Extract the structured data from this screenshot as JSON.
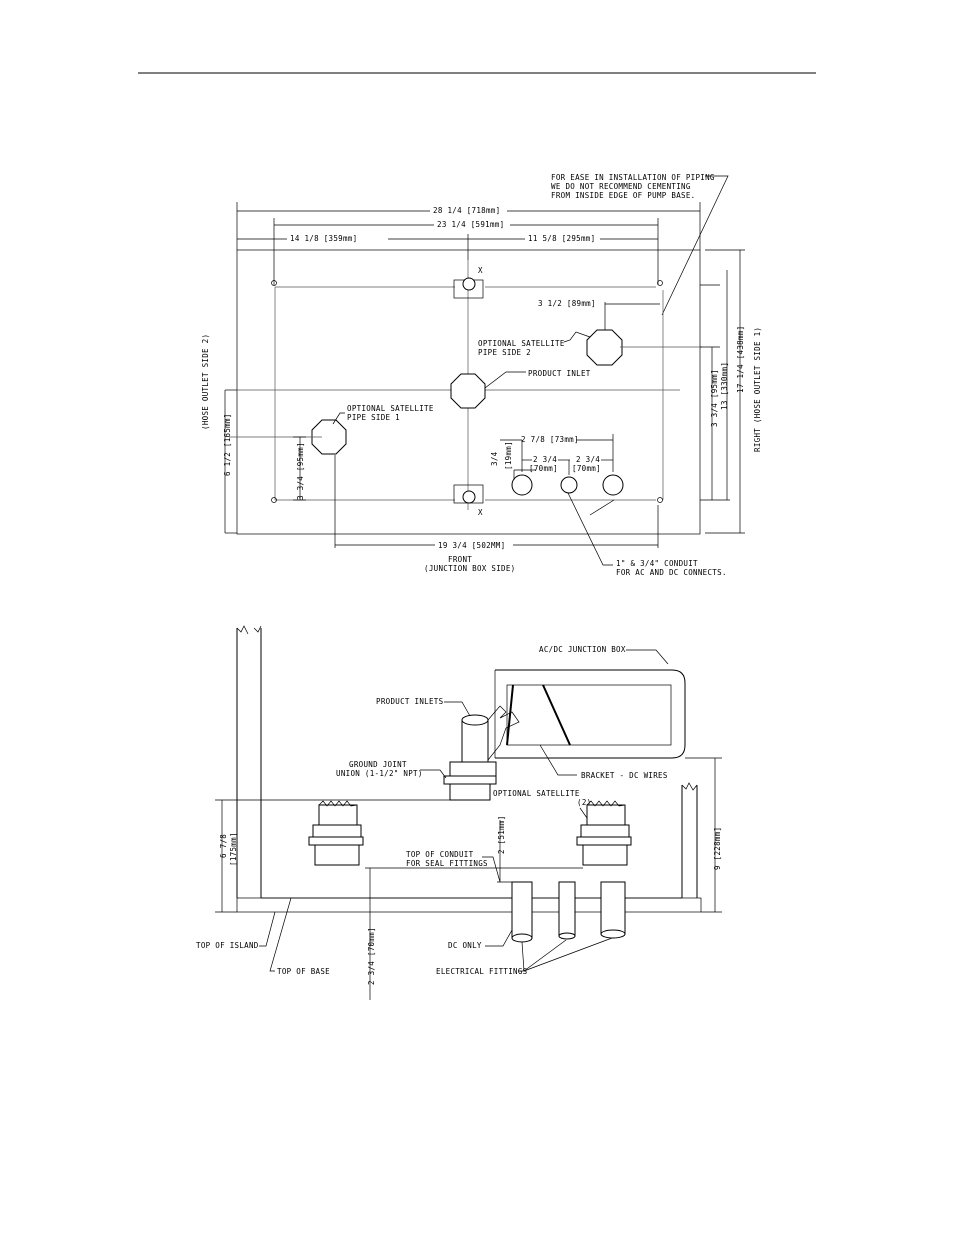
{
  "plan_view": {
    "note": [
      "FOR EASE IN INSTALLATION OF PIPING",
      "WE DO NOT RECOMMEND CEMENTING",
      "FROM INSIDE EDGE OF PUMP BASE."
    ],
    "dim_overall_width": "28 1/4 [718mm]",
    "dim_inner_width": "23 1/4 [591mm]",
    "dim_left": "14 1/8 [359mm]",
    "dim_right": "11 5/8 [295mm]",
    "dim_sat2_offset": "3 1/2 [89mm]",
    "sat2_label": [
      "OPTIONAL SATELLITE",
      "PIPE SIDE 2"
    ],
    "product_inlet_label": "PRODUCT INLET",
    "sat1_label": [
      "OPTIONAL SATELLITE",
      "PIPE SIDE 1"
    ],
    "dim_conduit_total": "2 7/8 [73mm]",
    "dim_conduit_depth": [
      "3/4",
      "[19mm]"
    ],
    "dim_conduit_spacing_1": [
      "2 3/4",
      "[70mm]"
    ],
    "dim_conduit_spacing_2": [
      "2 3/4",
      "[70mm]"
    ],
    "dim_bottom_width": "19 3/4 [502MM]",
    "front_label": [
      "FRONT",
      "(JUNCTION BOX SIDE)"
    ],
    "conduit_label": [
      "1\" & 3/4\" CONDUIT",
      "FOR AC AND DC CONNECTS."
    ],
    "left_side_label": "(HOSE OUTLET SIDE 2)",
    "dim_left_height": "6 1/2 [165mm]",
    "dim_sat1_height": "3 3/4 [95mm]",
    "dim_right_inner_1": "3 3/4 [95mm]",
    "dim_right_inner_2": "13 [330mm]",
    "dim_right_outer": "17 1/4 [438mm]",
    "right_side_label": "RIGHT (HOSE OUTLET SIDE 1)",
    "x_mark": "X"
  },
  "elevation_view": {
    "junction_box_label": "AC/DC JUNCTION BOX",
    "product_inlets_label": "PRODUCT INLETS",
    "bracket_label": "BRACKET - DC WIRES",
    "ground_joint_label": [
      "GROUND JOINT",
      "UNION (1-1/2\" NPT)"
    ],
    "optional_satellite_label": [
      "OPTIONAL SATELLITE",
      "(2)"
    ],
    "dim_left_height": [
      "6 7/8",
      "[175mm]"
    ],
    "dim_right_height": "9 [228mm]",
    "top_of_conduit_label": [
      "TOP OF CONDUIT",
      "FOR SEAL FITTINGS"
    ],
    "dim_conduit_height": "2 [51mm]",
    "top_of_island_label": "TOP OF ISLAND",
    "top_of_base_label": "TOP OF BASE",
    "dim_base_height": "2 3/4 [70mm]",
    "dc_only_label": "DC ONLY",
    "electrical_fittings_label": "ELECTRICAL FITTINGS"
  }
}
